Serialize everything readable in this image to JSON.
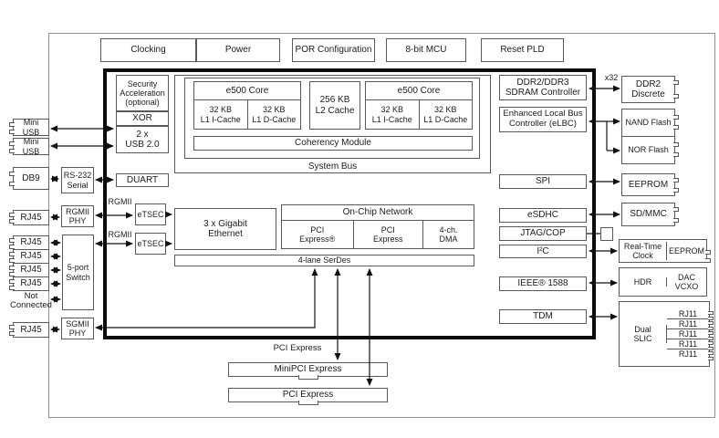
{
  "top_row": {
    "clocking": "Clocking",
    "power": "Power",
    "por_configuration": "POR Configuration",
    "mcu": "8-bit MCU",
    "reset_pld": "Reset PLD"
  },
  "soc": {
    "security_acceleration": "Security\nAcceleration\n(optional)",
    "xor": "XOR",
    "usb": "2 x\nUSB 2.0",
    "duart": "DUART",
    "etsec": "eTSEC",
    "gigabit_ethernet": "3 x Gigabit\nEthernet",
    "e500_core": {
      "title": "e500 Core",
      "icache": "32 KB\nL1 I-Cache",
      "dcache": "32 KB\nL1 D-Cache"
    },
    "l2_cache": "256 KB\nL2 Cache",
    "coherency_module": "Coherency Module",
    "system_bus": "System Bus",
    "on_chip_network": {
      "title": "On-Chip Network",
      "pci_express_1": "PCI\nExpress®",
      "pci_express_2": "PCI\nExpress",
      "dma": "4-ch.\nDMA"
    },
    "serdes": "4-lane SerDes",
    "ddr_controller": "DDR2/DDR3\nSDRAM Controller",
    "elbc": "Enhanced Local Bus\nController (eLBC)",
    "spi": "SPI",
    "esdhc": "eSDHC",
    "jtag_cop": "JTAG/COP",
    "i2c": "I²C",
    "ieee_1588": "IEEE® 1588",
    "tdm": "TDM"
  },
  "left": {
    "mini_usb": "Mini\nUSB",
    "db9": "DB9",
    "rs232_serial": "RS-232\nSerial",
    "rj45": "RJ45",
    "rgmii_phy": "RGMII\nPHY",
    "five_port_switch": "5-port\nSwitch",
    "not_connected": "Not\nConnected",
    "sgmii_phy": "SGMII\nPHY",
    "rgmii": "RGMII"
  },
  "right": {
    "x32": "x32",
    "ddr2_discrete": "DDR2\nDiscrete",
    "nand_flash": "NAND Flash",
    "nor_flash": "NOR Flash",
    "eeprom": "EEPROM",
    "sd_mmc": "SD/MMC",
    "real_time_clock": "Real-Time\nClock",
    "eeprom2": "EEPROM",
    "hdr": "HDR",
    "dac_vcxo": "DAC\nVCXO",
    "dual_slic": "Dual\nSLIC",
    "rj11": "RJ11"
  },
  "bottom": {
    "pci_express_label": "PCI Express",
    "minipci_express": "MiniPCI Express",
    "pci_express_slot": "PCI Express"
  }
}
